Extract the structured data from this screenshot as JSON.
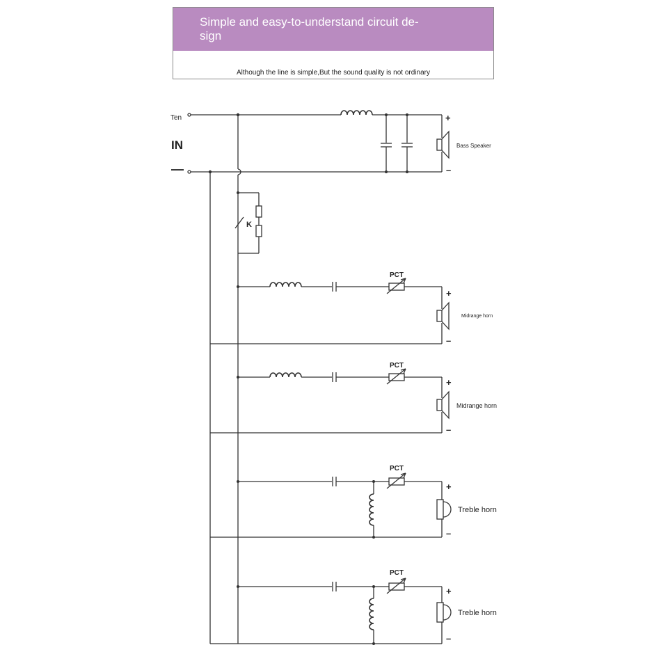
{
  "header": {
    "title": "Simple and easy-to-understand circuit de-\nsign",
    "subtitle": "Although the line is simple,But the sound quality is not ordinary"
  },
  "diagram": {
    "input_plus_label": "Ten",
    "input_label": "IN",
    "input_minus_label": "—",
    "switch_label": "K",
    "plus_sign": "+",
    "minus_sign": "–",
    "ptc_label": "PCT",
    "speakers": [
      {
        "label": "Bass Speaker"
      },
      {
        "label": "Midrange horn"
      },
      {
        "label": "Midrange horn"
      },
      {
        "label": "Treble horn"
      },
      {
        "label": "Treble horn"
      }
    ]
  },
  "colors": {
    "banner_bg": "#b98bc0",
    "line": "#333333"
  }
}
